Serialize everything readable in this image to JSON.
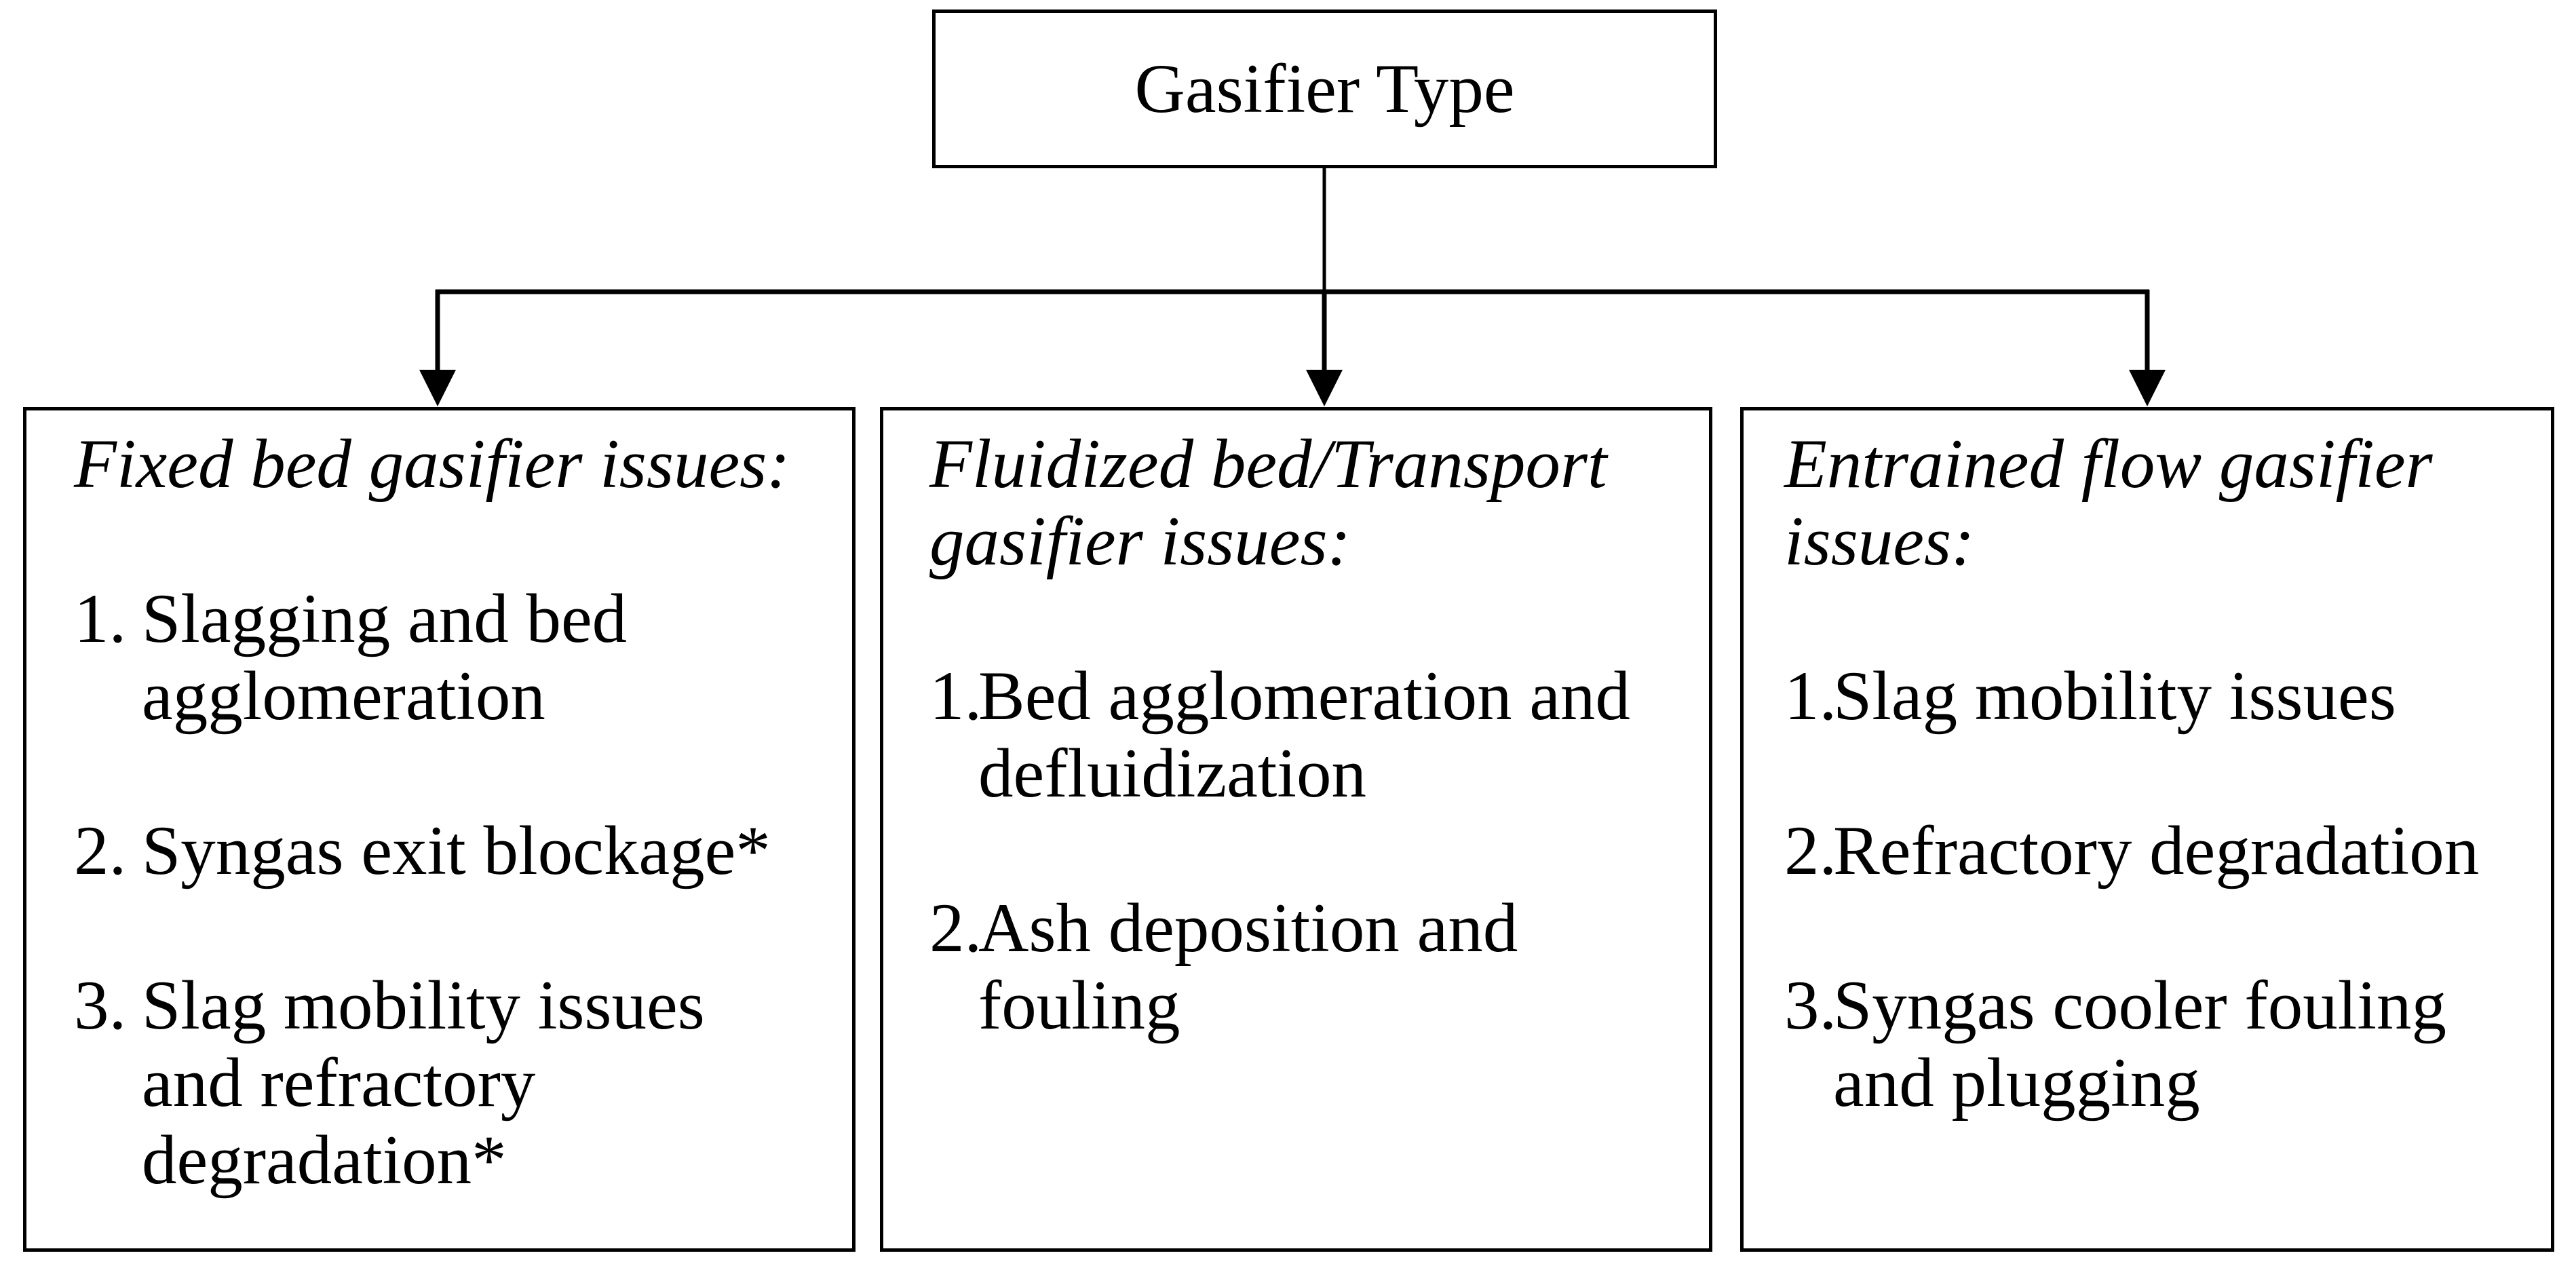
{
  "colors": {
    "ink": "#000000",
    "background": "#ffffff"
  },
  "root": {
    "title": "Gasifier Type"
  },
  "branches": [
    {
      "title": "Fixed bed gasifier issues:",
      "items": [
        {
          "num": "1.",
          "text": "Slagging and bed agglomeration"
        },
        {
          "num": "2.",
          "text": "Syngas exit blockage*"
        },
        {
          "num": "3.",
          "text": "Slag mobility issues and refractory degradation*"
        }
      ]
    },
    {
      "title": "Fluidized bed/Transport gasifier issues:",
      "items": [
        {
          "num": "1.",
          "text": "Bed agglomeration and defluidization"
        },
        {
          "num": "2.",
          "text": "Ash deposition and fouling"
        }
      ]
    },
    {
      "title": "Entrained flow gasifier issues:",
      "items": [
        {
          "num": "1.",
          "text": "Slag mobility issues"
        },
        {
          "num": "2.",
          "text": "Refractory degradation"
        },
        {
          "num": "3.",
          "text": "Syngas cooler fouling and plugging"
        }
      ]
    }
  ]
}
